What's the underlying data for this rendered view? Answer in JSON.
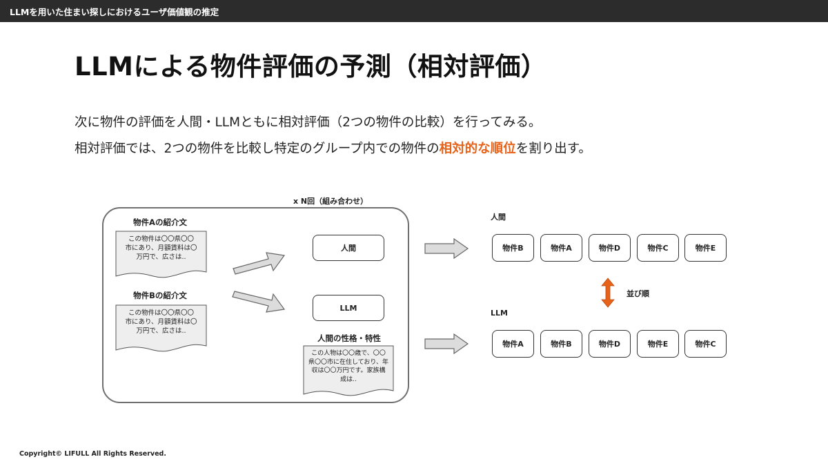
{
  "header": {
    "deck_title": "LLMを用いた住まい探しにおけるユーザ価値観の推定"
  },
  "slide": {
    "title": "LLMによる物件評価の予測（相対評価）",
    "line1": "次に物件の評価を人間・LLMともに相対評価（2つの物件の比較）を行ってみる。",
    "line2_pre": "相対評価では、2つの物件を比較し特定のグループ内での物件の",
    "line2_highlight": "相対的な順位",
    "line2_post": "を割り出す。"
  },
  "diagram": {
    "repeat_caption": "x N回（組み合わせ）",
    "doc_a": {
      "title": "物件Aの紹介文",
      "lines": [
        "この物件は〇〇県〇〇",
        "市にあり、月額賃料は〇",
        "万円で、広さは.."
      ]
    },
    "doc_b": {
      "title": "物件Bの紹介文",
      "lines": [
        "この物件は〇〇県〇〇",
        "市にあり、月額賃料は〇",
        "万円で、広さは.."
      ]
    },
    "human_box": "人間",
    "llm_box": "LLM",
    "persona": {
      "title": "人間の性格・特性",
      "lines": [
        "この人物は〇〇歳で、〇〇",
        "県〇〇市に在住しており、年",
        "収は〇〇万円です。家族構",
        "成は.."
      ]
    },
    "human_label": "人間",
    "human_ranking": [
      "物件B",
      "物件A",
      "物件D",
      "物件C",
      "物件E"
    ],
    "order_label": "並び順",
    "llm_label": "LLM",
    "llm_ranking": [
      "物件A",
      "物件B",
      "物件D",
      "物件E",
      "物件C"
    ],
    "accent_color": "#e8631a"
  },
  "footer": {
    "copyright": "Copyright© LIFULL All Rights Reserved."
  }
}
